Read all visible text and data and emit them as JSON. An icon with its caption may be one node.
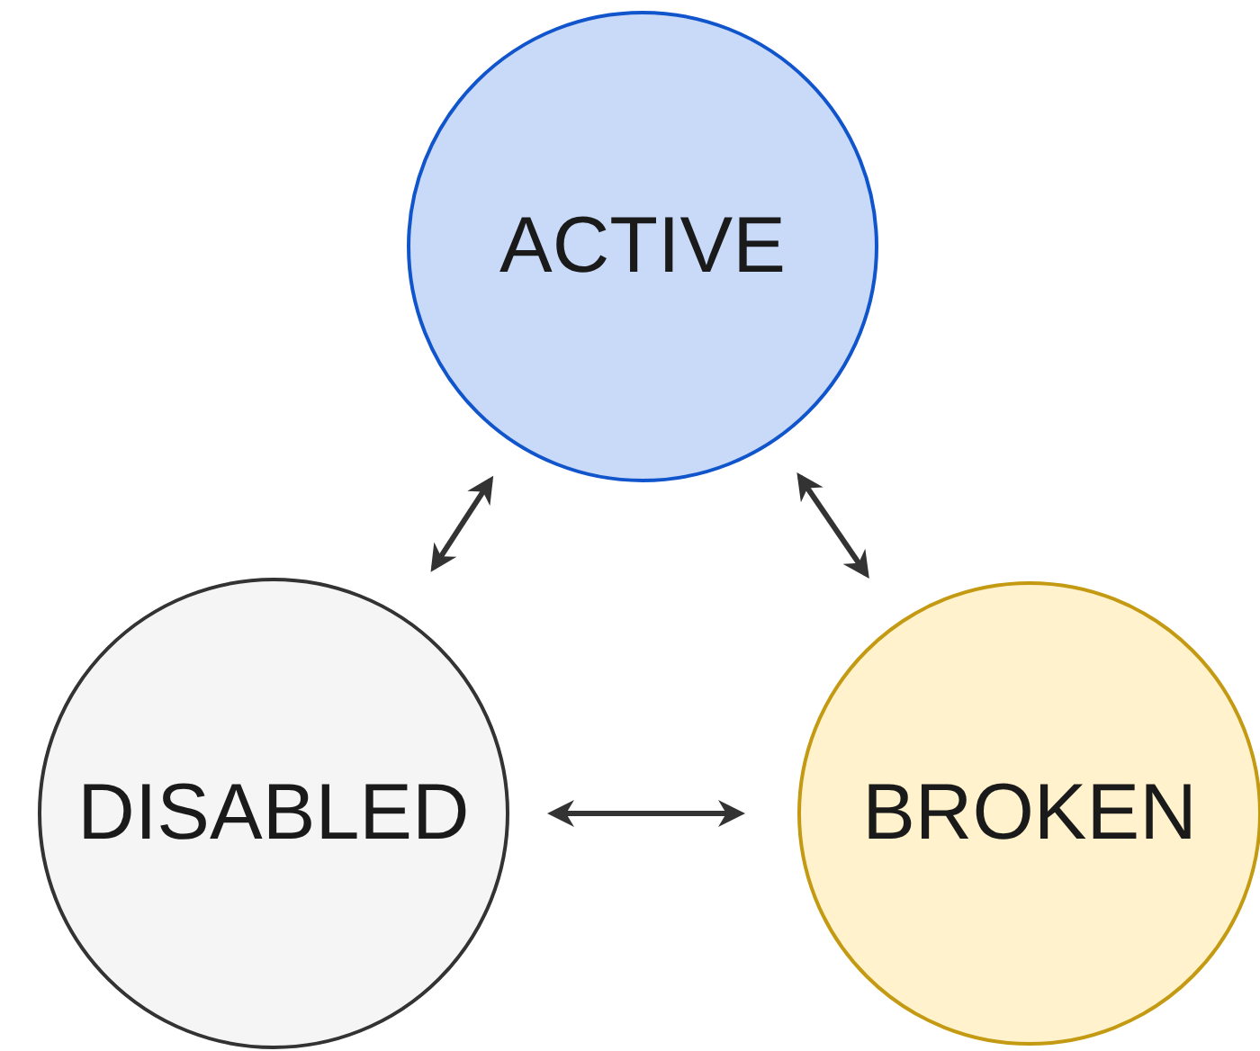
{
  "diagram": {
    "nodes": [
      {
        "text": [
          "ACTIVE"
        ]
      },
      {
        "text": [
          "DISABLED"
        ]
      },
      {
        "text": [
          "BROKEN"
        ]
      }
    ],
    "edges": [
      {
        "from": 0,
        "to": 1,
        "arrow": "both"
      },
      {
        "from": 0,
        "to": 2,
        "arrow": "both"
      },
      {
        "from": 1,
        "to": 2,
        "arrow": "both"
      }
    ]
  }
}
